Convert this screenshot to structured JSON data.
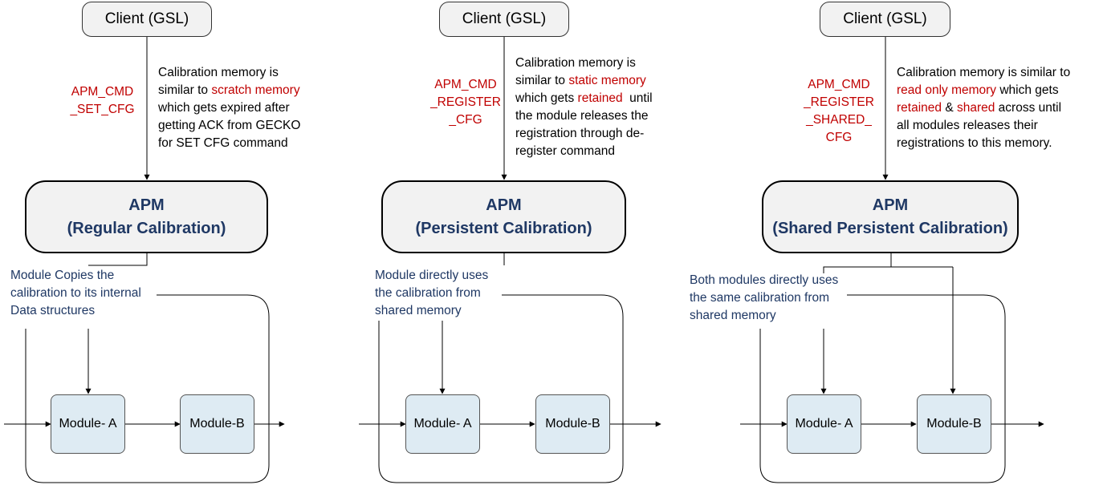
{
  "panels": [
    {
      "client": "Client (GSL)",
      "command": [
        "APM_CMD",
        "_SET_CFG"
      ],
      "description": [
        [
          {
            "t": "Calibration memory is",
            "c": "k"
          }
        ],
        [
          {
            "t": "similar to ",
            "c": "k"
          },
          {
            "t": "scratch memory",
            "c": "r"
          }
        ],
        [
          {
            "t": "which gets expired after",
            "c": "k"
          }
        ],
        [
          {
            "t": "getting ACK from GECKO",
            "c": "k"
          }
        ],
        [
          {
            "t": "for SET CFG command",
            "c": "k"
          }
        ]
      ],
      "apm": [
        "APM",
        "(Regular Calibration)"
      ],
      "note": [
        "Module  Copies the",
        "calibration to its internal",
        "Data structures"
      ],
      "module_a": "Module- A",
      "module_b": "Module-B"
    },
    {
      "client": "Client (GSL)",
      "command": [
        "APM_CMD",
        "_REGISTER",
        "_CFG"
      ],
      "description": [
        [
          {
            "t": "Calibration memory is",
            "c": "k"
          }
        ],
        [
          {
            "t": "similar to ",
            "c": "k"
          },
          {
            "t": "static memory",
            "c": "r"
          }
        ],
        [
          {
            "t": "which gets ",
            "c": "k"
          },
          {
            "t": "retained",
            "c": "r"
          },
          {
            "t": "  until",
            "c": "k"
          }
        ],
        [
          {
            "t": "the module releases the",
            "c": "k"
          }
        ],
        [
          {
            "t": "registration through de-",
            "c": "k"
          }
        ],
        [
          {
            "t": "register command",
            "c": "k"
          }
        ]
      ],
      "apm": [
        "APM",
        "(Persistent Calibration)"
      ],
      "note": [
        "Module  directly uses",
        "the calibration from",
        "shared memory"
      ],
      "module_a": "Module- A",
      "module_b": "Module-B"
    },
    {
      "client": "Client (GSL)",
      "command": [
        "APM_CMD",
        "_REGISTER",
        "_SHARED_",
        "CFG"
      ],
      "description": [
        [
          {
            "t": "Calibration memory is similar to",
            "c": "k"
          }
        ],
        [
          {
            "t": "read only memory",
            "c": "r"
          },
          {
            "t": " which gets",
            "c": "k"
          }
        ],
        [
          {
            "t": "retained",
            "c": "r"
          },
          {
            "t": " & ",
            "c": "k"
          },
          {
            "t": "shared",
            "c": "r"
          },
          {
            "t": " across until",
            "c": "k"
          }
        ],
        [
          {
            "t": "all modules releases their",
            "c": "k"
          }
        ],
        [
          {
            "t": "registrations to this memory.",
            "c": "k"
          }
        ]
      ],
      "apm": [
        "APM",
        "(Shared Persistent Calibration)"
      ],
      "note": [
        "Both modules directly uses",
        "the same calibration from",
        "shared memory"
      ],
      "module_a": "Module- A",
      "module_b": "Module-B"
    }
  ]
}
